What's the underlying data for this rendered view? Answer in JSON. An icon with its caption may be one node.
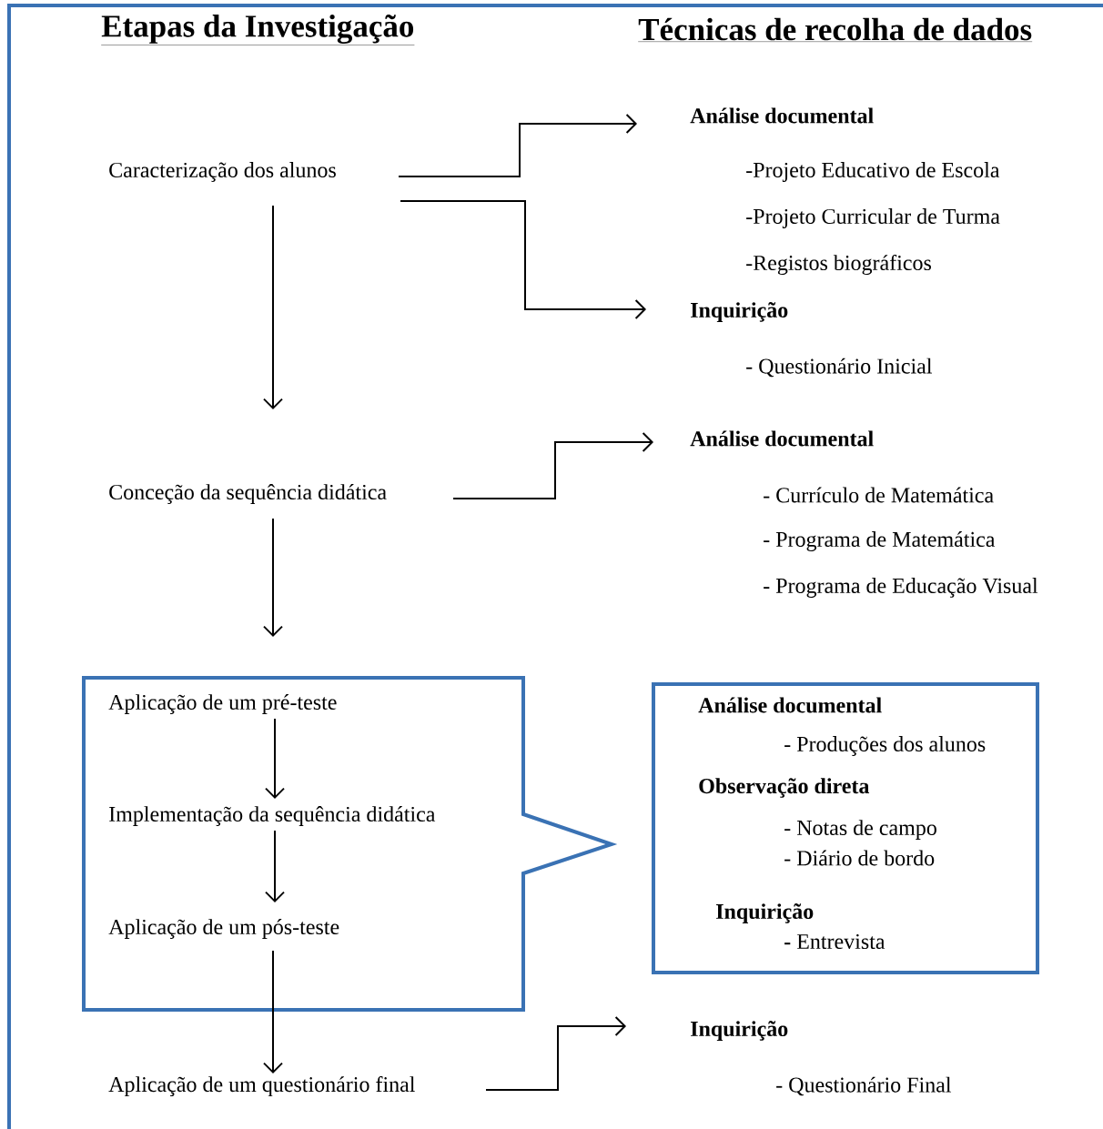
{
  "diagram": {
    "nodes": [
      {
        "text": [
          "Caracterização dos alunos"
        ]
      },
      {
        "text": [
          "Análise documental"
        ]
      },
      {
        "text": [
          "Inquirição"
        ]
      },
      {
        "text": [
          "Conceção da sequência didática"
        ]
      },
      {
        "text": [
          "Análise documental"
        ]
      },
      {
        "text": [],
        "shape": "callout"
      },
      {
        "text": [
          "Aplicação de um pré-teste"
        ],
        "in": 5
      },
      {
        "text": [
          "Implementação da sequência didática"
        ],
        "in": 5
      },
      {
        "text": [
          "Aplicação de um pós-teste"
        ],
        "in": 5
      },
      {
        "text": [
          "Análise documental",
          "- Produções dos alunos",
          "Observação direta",
          "- Notas de campo",
          "- Diário de bordo",
          "Inquirição",
          "**-** Entrevista"
        ]
      },
      {
        "text": [
          "Aplicação de um questionário final"
        ]
      },
      {
        "text": [
          "Inquirição"
        ]
      }
    ],
    "edges": [
      {
        "from": 0,
        "to": 1,
        "arrow": "to"
      },
      {
        "from": 0,
        "to": 2,
        "arrow": "to"
      },
      {
        "from": 0,
        "to": 3,
        "arrow": "to"
      },
      {
        "from": 3,
        "to": 4,
        "arrow": "to"
      },
      {
        "from": 3,
        "to": 6,
        "arrow": "to"
      },
      {
        "from": 6,
        "to": 7,
        "arrow": "to"
      },
      {
        "from": 7,
        "to": 8,
        "arrow": "to"
      },
      {
        "from": 8,
        "to": 10,
        "arrow": "to"
      },
      {
        "from": 10,
        "to": 11,
        "arrow": "to"
      }
    ],
    "labels": [
      "Etapas da Investigação",
      "Técnicas de recolha de dados",
      "-Projeto Educativo de Escola",
      "-Projeto Curricular de Turma",
      "-Registos biográficos",
      "- Questionário Inicial",
      "- Currículo de Matemática",
      "- Programa de Matemática",
      "- Programa de Educação Visual",
      "- Questionário Final"
    ]
  }
}
